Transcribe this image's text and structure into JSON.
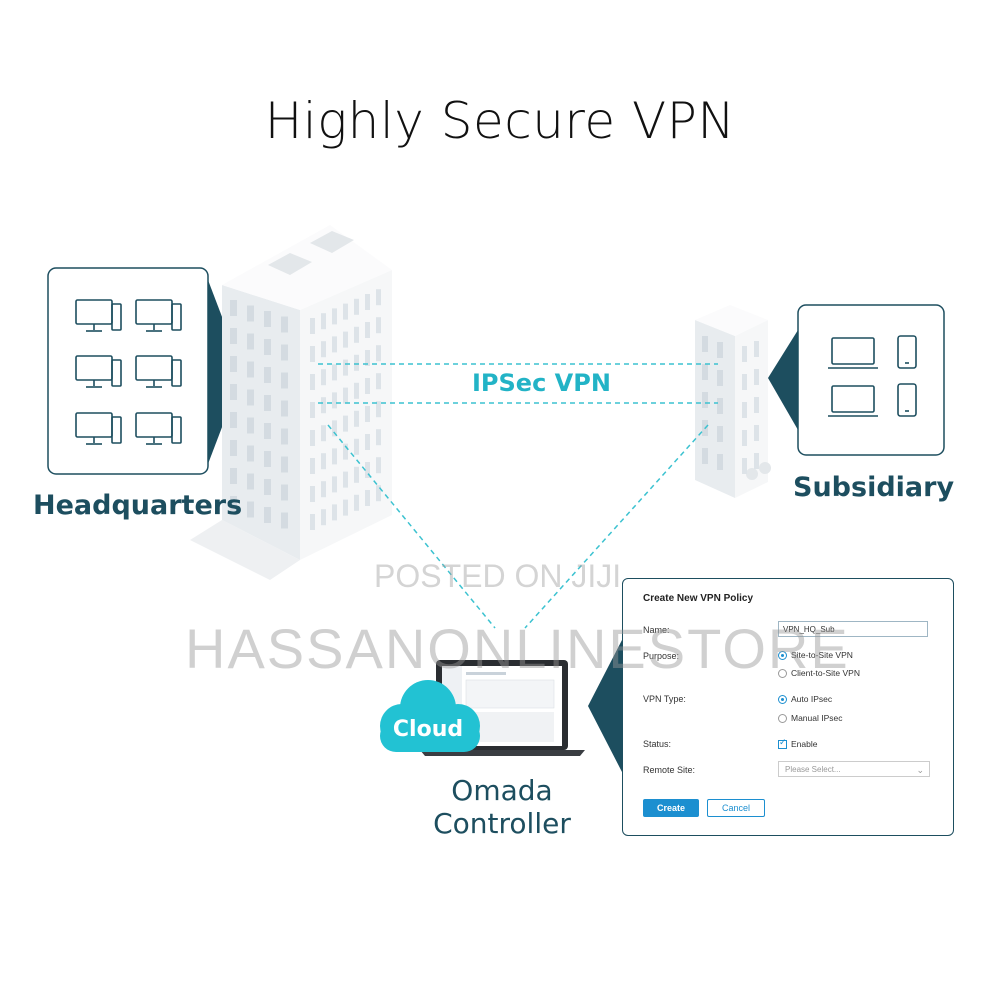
{
  "title": "Highly Secure VPN",
  "colors": {
    "teal_dark": "#1d4e5f",
    "cyan": "#22b3c6",
    "button_blue": "#1c8fd0"
  },
  "nodes": {
    "headquarters": {
      "label": "Headquarters",
      "devices": [
        "desktop-pc-icon",
        "desktop-pc-icon",
        "desktop-pc-icon",
        "desktop-pc-icon",
        "desktop-pc-icon",
        "desktop-pc-icon"
      ]
    },
    "subsidiary": {
      "label": "Subsidiary",
      "devices": [
        "laptop-icon",
        "phone-icon",
        "laptop-icon",
        "phone-icon"
      ]
    },
    "controller": {
      "cloud_label": "Cloud",
      "label_line1": "Omada",
      "label_line2": "Controller"
    }
  },
  "links": {
    "vpn_label": "IPSec VPN"
  },
  "watermark": {
    "line1": "POSTED ON JIJI",
    "line2": "HASSANONLINESTORE"
  },
  "vpn_policy_form": {
    "title": "Create New VPN Policy",
    "name_label": "Name:",
    "name_value": "VPN_HQ_Sub",
    "purpose_label": "Purpose:",
    "purpose_options": [
      "Site-to-Site VPN",
      "Client-to-Site VPN"
    ],
    "purpose_selected": "Site-to-Site VPN",
    "vpn_type_label": "VPN Type:",
    "vpn_type_options": [
      "Auto IPsec",
      "Manual IPsec"
    ],
    "vpn_type_selected": "Auto IPsec",
    "status_label": "Status:",
    "status_option": "Enable",
    "status_checked": true,
    "remote_site_label": "Remote Site:",
    "remote_site_placeholder": "Please Select...",
    "create_button": "Create",
    "cancel_button": "Cancel"
  }
}
